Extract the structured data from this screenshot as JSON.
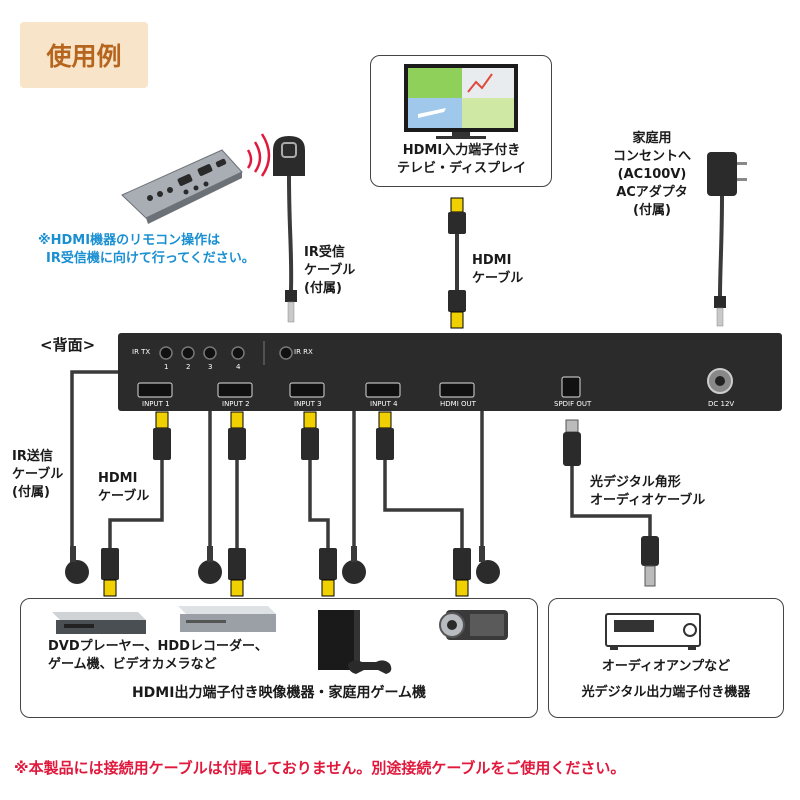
{
  "title": "使用例",
  "back_label": "<背面>",
  "remote_note": [
    "※HDMI機器のリモコン操作は",
    "IR受信機に向けて行ってください。"
  ],
  "display_label": [
    "HDMI入力端子付き",
    "テレビ・ディスプレイ"
  ],
  "ir_receiver_label": [
    "IR受信",
    "ケーブル",
    "(付属)"
  ],
  "hdmi_cable_top": [
    "HDMI",
    "ケーブル"
  ],
  "adapter_label": [
    "家庭用",
    "コンセントへ",
    "(AC100V)",
    "ACアダプタ",
    "(付属)"
  ],
  "ir_transmit_label": [
    "IR送信",
    "ケーブル",
    "(付属)"
  ],
  "hdmi_cable_bottom": [
    "HDMI",
    "ケーブル"
  ],
  "optical_label": [
    "光デジタル角形",
    "オーディオケーブル"
  ],
  "ports": {
    "ir_tx": "IR TX",
    "ir_rx": "IR RX",
    "ir_nums": [
      "1",
      "2",
      "3",
      "4"
    ],
    "input1": "INPUT 1",
    "input2": "INPUT 2",
    "input3": "INPUT 3",
    "input4": "INPUT 4",
    "hdmi_out": "HDMI OUT",
    "spdif": "SPDIF OUT",
    "dc": "DC 12V"
  },
  "sources_box": {
    "devices_text": [
      "DVDプレーヤー、HDDレコーダー、",
      "ゲーム機、ビデオカメラなど"
    ],
    "caption": "HDMI出力端子付き映像機器・家庭用ゲーム機"
  },
  "audio_box": {
    "devices_text": "オーディオアンプなど",
    "caption": "光デジタル出力端子付き機器"
  },
  "warning": "※本製品には接続用ケーブルは付属しておりません。別途接続ケーブルをご使用ください。"
}
